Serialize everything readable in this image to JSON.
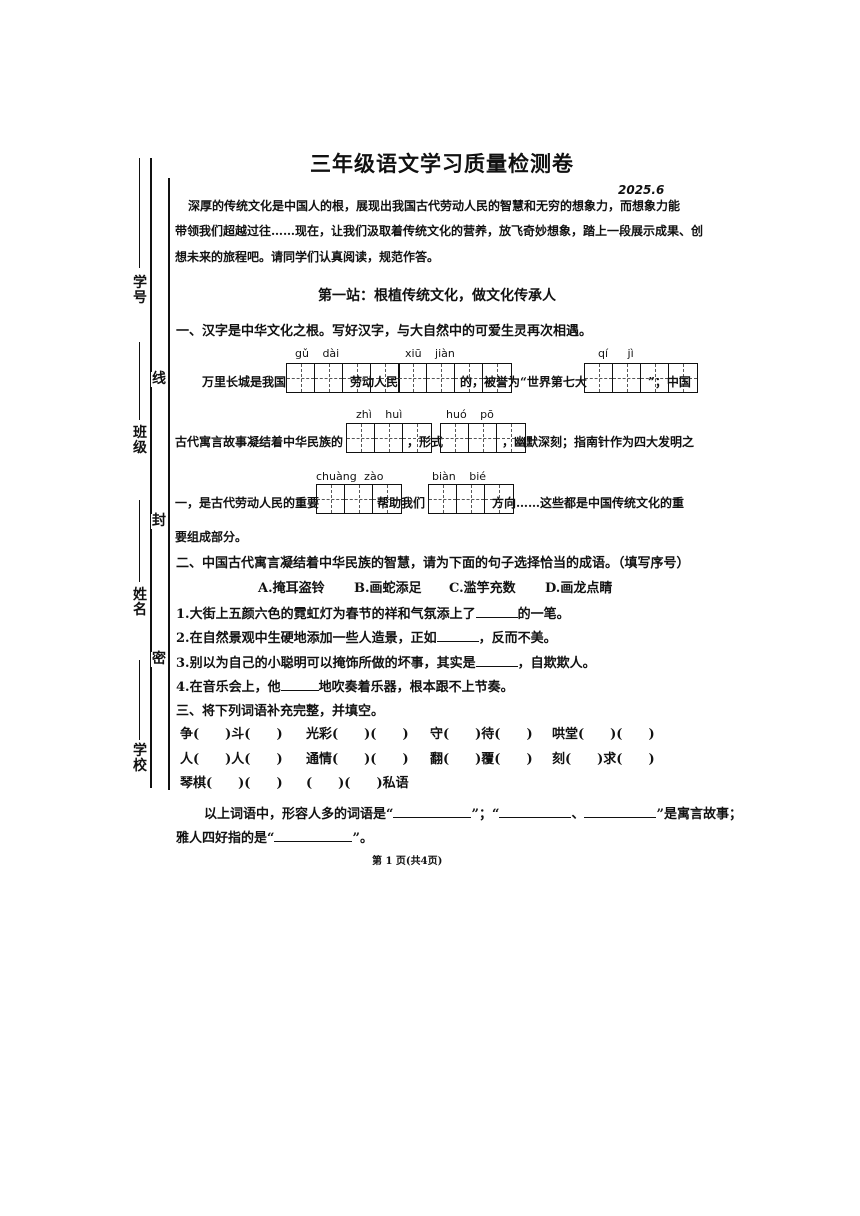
{
  "sidebar": {
    "xuehao": "学号",
    "banji": "班级",
    "xingming": "姓名",
    "xuexiao": "学校",
    "mark_xian": "线",
    "mark_feng": "封",
    "mark_mi": "密"
  },
  "header": {
    "title": "三年级语文学习质量检测卷",
    "date": "2025.6"
  },
  "intro": {
    "line1": "深厚的传统文化是中国人的根，展现出我国古代劳动人民的智慧和无穷的想象力，而想象力能",
    "line2": "带领我们超越过往……现在，让我们汲取着传统文化的营养，放飞奇妙想象，踏上一段展示成果、创",
    "line3": "想未来的旅程吧。请同学们认真阅读，规范作答。"
  },
  "station": {
    "title": "第一站：根植传统文化，做文化传承人"
  },
  "q1": {
    "heading": "一、汉字是中华文化之根。写好汉字，与大自然中的可爱生灵再次相遇。",
    "pinyin1a": "gǔ dài",
    "pinyin1b": "xiū jiàn",
    "pinyin1c": "qí jì",
    "row1_a": "万里长城是我国",
    "row1_b": "劳动人民",
    "row1_c": "的，被誉为“世界第七大",
    "row1_d": "”；中国",
    "pinyin2a": "zhì huì",
    "pinyin2b": "huó pō",
    "row2_a": "古代寓言故事凝结着中华民族的",
    "row2_b": "，形式",
    "row2_c": "，幽默深刻；指南针作为四大发明之",
    "pinyin3a": "chuàng zào",
    "pinyin3b": "biàn bié",
    "row3_a": "一，是古代劳动人民的重要",
    "row3_b": "帮助我们",
    "row3_c": "方向……这些都是中国传统文化的重",
    "row4": "要组成部分。"
  },
  "q2": {
    "heading": "二、中国古代寓言凝结着中华民族的智慧，请为下面的句子选择恰当的成语。（填写序号）",
    "options": [
      "A.掩耳盗铃",
      "B.画蛇添足",
      "C.滥竽充数",
      "D.画龙点睛"
    ],
    "s1a": "1.大街上五颜六色的霓虹灯为春节的祥和气氛添上了",
    "s1b": "的一笔。",
    "s2a": "2.在自然景观中生硬地添加一些人造景，正如",
    "s2b": "，反而不美。",
    "s3a": "3.别以为自己的小聪明可以掩饰所做的坏事，其实是",
    "s3b": "，自欺欺人。",
    "s4a": "4.在音乐会上，他",
    "s4b": "地吹奏着乐器，根本跟不上节奏。"
  },
  "q3": {
    "heading": "三、将下列词语补充完整，并填空。",
    "row1": [
      "争(　　)斗(　　)",
      "光彩(　　)(　　)",
      "守(　　)待(　　)",
      "哄堂(　　)(　　)"
    ],
    "row2": [
      "人(　　)人(　　)",
      "通情(　　)(　　)",
      "翻(　　)覆(　　)",
      "刻(　　)求(　　)"
    ],
    "row3": [
      "琴棋(　　)(　　)",
      "(　　)(　　)私语"
    ],
    "fill_a": "以上词语中，形容人多的词语是“",
    "fill_b": "”；“",
    "fill_c": "、",
    "fill_d": "”是寓言故事；",
    "fill_e": "雅人四好指的是“",
    "fill_f": "”。"
  },
  "footer": {
    "page": "第 1 页(共4页)"
  }
}
